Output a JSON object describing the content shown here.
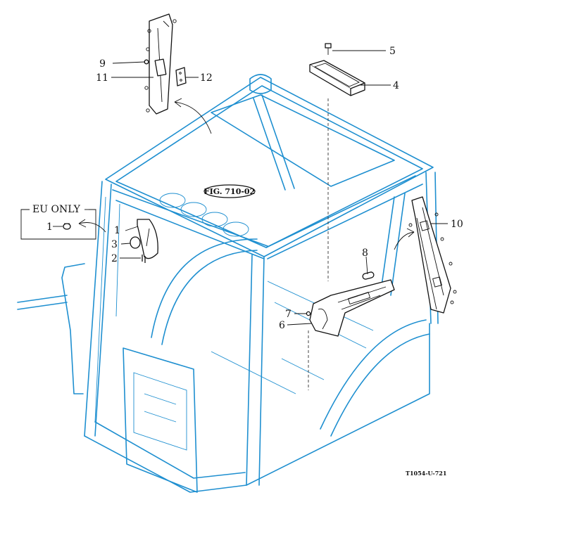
{
  "callouts": [
    {
      "id": "c1",
      "text": "1"
    },
    {
      "id": "c2",
      "text": "2"
    },
    {
      "id": "c3",
      "text": "3"
    },
    {
      "id": "c4",
      "text": "4"
    },
    {
      "id": "c5",
      "text": "5"
    },
    {
      "id": "c6",
      "text": "6"
    },
    {
      "id": "c7",
      "text": "7"
    },
    {
      "id": "c8",
      "text": "8"
    },
    {
      "id": "c9",
      "text": "9"
    },
    {
      "id": "c10",
      "text": "10"
    },
    {
      "id": "c11",
      "text": "11"
    },
    {
      "id": "c12",
      "text": "12"
    }
  ],
  "eu_only_label": "EU ONLY",
  "figure_reference": "FIG. 710-02",
  "drawing_code": "T1054-U-721",
  "colors": {
    "cab_line": "#1e8fd0",
    "part_line": "#111111",
    "background": "#ffffff"
  }
}
